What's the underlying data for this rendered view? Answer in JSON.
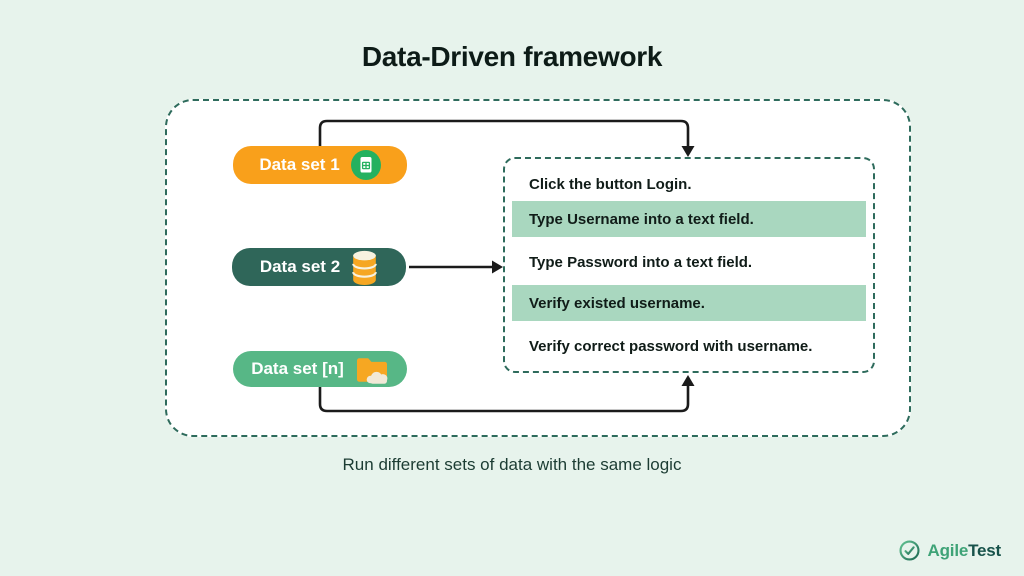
{
  "title": "Data-Driven framework",
  "caption": "Run different sets of data with the same logic",
  "datasets": [
    {
      "label": "Data set 1",
      "icon": "spreadsheet-icon",
      "color": "#F9A01B"
    },
    {
      "label": "Data set 2",
      "icon": "database-icon",
      "color": "#2F6659"
    },
    {
      "label": "Data set [n]",
      "icon": "folder-cloud-icon",
      "color": "#57B786"
    }
  ],
  "steps": [
    {
      "text": "Click the button Login.",
      "highlighted": false
    },
    {
      "text": "Type Username into a text field.",
      "highlighted": true
    },
    {
      "text": "Type Password into a text field.",
      "highlighted": false
    },
    {
      "text": "Verify existed username.",
      "highlighted": true
    },
    {
      "text": "Verify correct password with username.",
      "highlighted": false
    }
  ],
  "logo": {
    "brand_primary": "Agile",
    "brand_secondary": "Test"
  },
  "colors": {
    "page_background": "#E7F3EC",
    "frame_fill": "#FFFFFF",
    "dashed_border": "#2E6B5C",
    "highlight": "#A9D7BF",
    "arrow": "#1B1B1B",
    "logo_green": "#3FA377",
    "logo_dark": "#17524A"
  }
}
